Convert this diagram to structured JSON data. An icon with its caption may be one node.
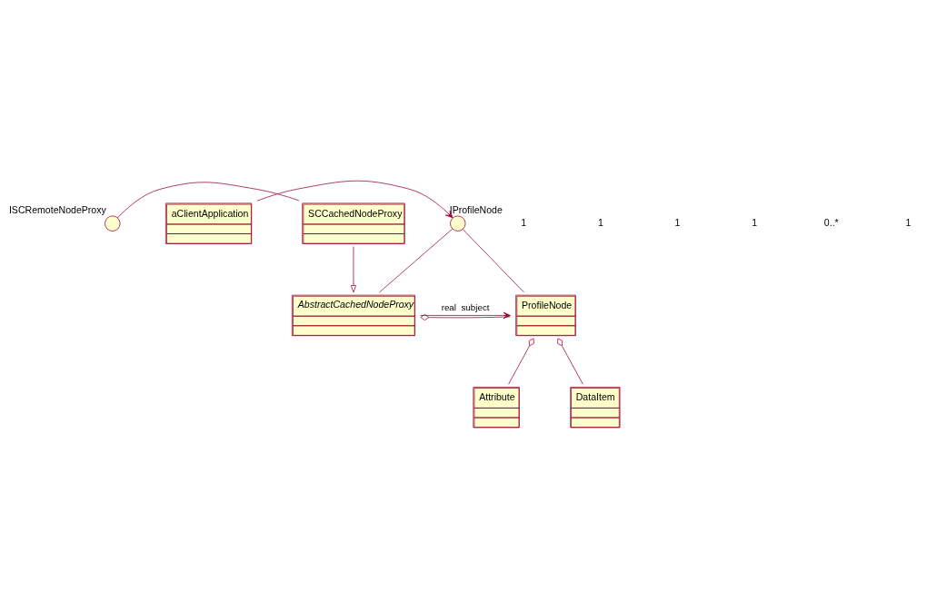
{
  "diagram": {
    "nodes": [
      {
        "text": [
          "aClientApplication"
        ]
      },
      {
        "text": [
          "IProfileNode"
        ]
      },
      {
        "text": [
          "AbstractCachedNodeProxy"
        ]
      },
      {
        "text": [
          "ProfileNode"
        ]
      },
      {
        "text": [
          "ISCRemoteNodeProxy"
        ]
      },
      {
        "text": [
          "Attribute"
        ]
      },
      {
        "text": [
          "DataItem"
        ]
      },
      {
        "text": [
          "SCCachedNodeProxy"
        ]
      }
    ],
    "edges": [
      {
        "from": 0,
        "to": 1,
        "arrow": "to"
      },
      {
        "from": 1,
        "to": 2,
        "arrow": "none"
      },
      {
        "from": 1,
        "to": 3,
        "arrow": "none"
      },
      {
        "from": 2,
        "to": 3,
        "arrow": "to",
        "label": "real  subject"
      },
      {
        "from": 2,
        "to": 3,
        "arrow": "other"
      },
      {
        "from": 7,
        "to": 2,
        "arrow": "to"
      },
      {
        "from": 4,
        "to": 7,
        "arrow": "none"
      },
      {
        "from": 3,
        "to": 5,
        "arrow": "other"
      },
      {
        "from": 3,
        "to": 6,
        "arrow": "other"
      }
    ],
    "labels": [
      "1",
      "1",
      "1",
      "1",
      "0..*",
      "1"
    ]
  }
}
